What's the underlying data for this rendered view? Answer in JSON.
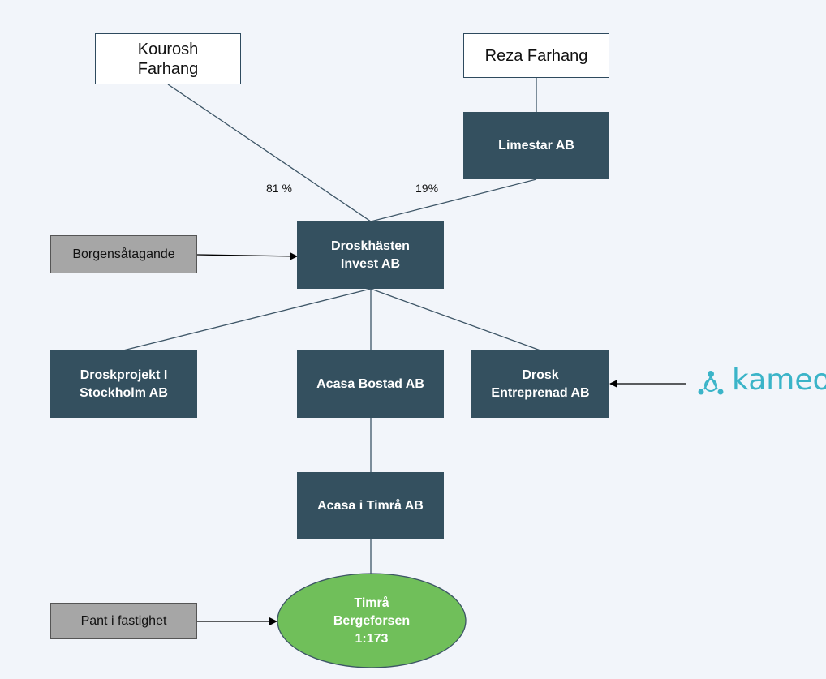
{
  "owners": {
    "kourosh": "Kourosh\nFarhang",
    "reza": "Reza Farhang"
  },
  "companies": {
    "limestar": "Limestar AB",
    "droskhasten": "Droskhästen\nInvest AB",
    "droskprojekt": "Droskprojekt I\nStockholm AB",
    "acasa_bostad": "Acasa Bostad AB",
    "drosk_entreprenad": "Drosk\nEntreprenad AB",
    "acasa_timra": "Acasa i Timrå AB"
  },
  "property": "Timrå\nBergeforsen\n1:173",
  "notes": {
    "guarantee": "Borgensåtagande",
    "mortgage": "Pant i fastighet"
  },
  "ownership": {
    "kourosh_pct": "81 %",
    "limestar_pct": "19%"
  },
  "lender": {
    "name": "kameo",
    "icon": "kameo-logo-icon",
    "color": "#3bb4c8"
  },
  "colors": {
    "company_box": "#34505f",
    "property_ellipse": "#70bf5a",
    "note_box": "#a6a6a6"
  }
}
